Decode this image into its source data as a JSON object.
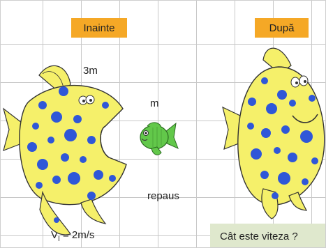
{
  "labels": {
    "before": "Inainte",
    "after": "După",
    "big_fish_mass": "3m",
    "small_fish_mass": "m",
    "rest": "repaus",
    "initial_velocity_prefix": "V",
    "initial_velocity_sub": "I",
    "initial_velocity_value": " = 2m/s",
    "question": "Cât este viteza ?"
  },
  "colors": {
    "tag_orange": "#f5a826",
    "fish_yellow": "#f5f06a",
    "spot_blue": "#2f57d8",
    "small_fish_green": "#62c84a",
    "question_bg": "#dfe8cd"
  }
}
